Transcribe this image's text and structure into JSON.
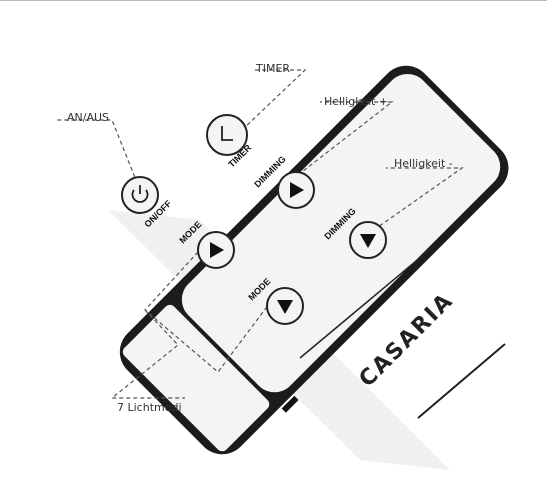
{
  "callouts": {
    "timer": "TIMER",
    "brightness_up": "Helligkeit +",
    "on_off": "AN/AUS",
    "brightness_down": "Helligkeit -",
    "light_modes": "7 Lichtmodi"
  },
  "remote": {
    "buttons": {
      "timer_label": "TIMER",
      "on_off_label": "ON/OFF",
      "dimming_up_label": "DIMMING",
      "dimming_down_label": "DIMMING",
      "mode_upper_label": "MODE",
      "mode_lower_label": "MODE"
    },
    "brand": "CASARIA"
  },
  "colors": {
    "remote_body": "#1c1c1c",
    "remote_face": "#f4f4f4",
    "dash_lines": "#555555"
  }
}
